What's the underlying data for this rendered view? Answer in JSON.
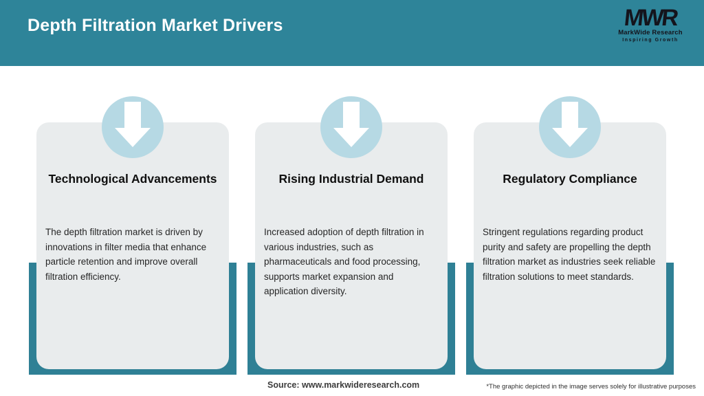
{
  "header": {
    "title": "Depth Filtration Market Drivers",
    "logo": {
      "monogram": "MWR",
      "name": "MarkWide Research",
      "tagline": "Inspiring Growth"
    }
  },
  "cards": [
    {
      "icon": "arrow-down-icon",
      "title": "Technological Advancements",
      "body": "The depth filtration market is driven by\ninnovations in filter media that enhance\nparticle retention and improve overall\nfiltration efficiency."
    },
    {
      "icon": "arrow-down-icon",
      "title": "Rising Industrial Demand",
      "body": "Increased adoption of depth filtration in\nvarious industries, such as\npharmaceuticals and food processing,\nsupports market expansion and\napplication diversity."
    },
    {
      "icon": "arrow-down-icon",
      "title": "Regulatory Compliance",
      "body": "Stringent regulations regarding product\npurity and safety are propelling the depth\nfiltration market as industries seek reliable\nfiltration solutions to meet standards."
    }
  ],
  "footer": {
    "source": "Source: www.markwideresearch.com",
    "disclaimer": "*The graphic depicted in the image serves solely for illustrative purposes"
  },
  "colors": {
    "header_teal": "#2e8499",
    "panel_teal": "#2f8095",
    "card_gray": "#e9eced",
    "icon_circle_blue": "#b6d9e4",
    "arrow_white": "#ffffff"
  }
}
